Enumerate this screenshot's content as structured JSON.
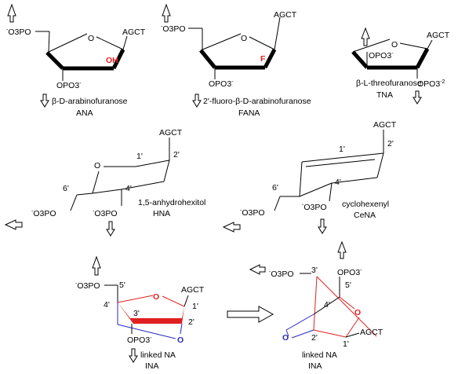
{
  "base": "AGCT",
  "groups": {
    "o3po": "O3PO",
    "opo3": "OPO3",
    "opo3_2": "OPO3",
    "o": "O",
    "oh": "OH",
    "f": "F"
  },
  "charges": {
    "minus": "-",
    "minus2": "-2"
  },
  "primes": {
    "p1": "1'",
    "p2": "2'",
    "p3": "3'",
    "p4": "4'",
    "p5": "5'",
    "p6": "6'"
  },
  "labels": {
    "ana_name": "β-D-arabinofuranose",
    "ana_abbr": "ANA",
    "fana_name": "2'-fluoro-β-D-arabinofuranose",
    "fana_abbr": "FANA",
    "tna_name": "β-L-threofuranose",
    "tna_abbr": "TNA",
    "hna_name": "1,5-anhydrohexitol",
    "hna_abbr": "HNA",
    "cena_name": "cyclohexenyl",
    "cena_abbr": "CeNA",
    "lna_name": "linked NA",
    "lna_abbr": "INA",
    "lna2_name": "linked NA",
    "lna2_abbr": "INA"
  },
  "colors": {
    "heteroatom_red": "#e02020",
    "bridge_blue": "#2a2ac0",
    "line": "#000000"
  }
}
